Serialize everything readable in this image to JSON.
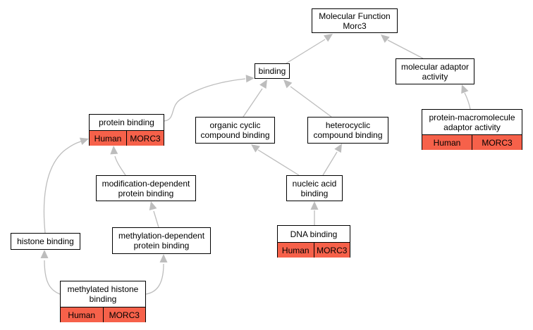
{
  "nodes": {
    "molecular_function": {
      "lines": [
        "Molecular Function",
        "Morc3"
      ]
    },
    "binding": {
      "lines": [
        "binding"
      ]
    },
    "molecular_adaptor": {
      "lines": [
        "molecular adaptor",
        "activity"
      ]
    },
    "protein_binding": {
      "lines": [
        "protein binding"
      ],
      "annotation": [
        "Human",
        "MORC3"
      ]
    },
    "organic_cyclic": {
      "lines": [
        "organic cyclic",
        "compound binding"
      ]
    },
    "heterocyclic": {
      "lines": [
        "heterocyclic",
        "compound binding"
      ]
    },
    "protein_macromolecule": {
      "lines": [
        "protein-macromolecule",
        "adaptor activity"
      ],
      "annotation": [
        "Human",
        "MORC3"
      ]
    },
    "modification_dependent": {
      "lines": [
        "modification-dependent",
        "protein binding"
      ]
    },
    "nucleic_acid": {
      "lines": [
        "nucleic acid",
        "binding"
      ]
    },
    "histone_binding": {
      "lines": [
        "histone binding"
      ]
    },
    "methylation_dependent": {
      "lines": [
        "methylation-dependent",
        "protein binding"
      ]
    },
    "dna_binding": {
      "lines": [
        "DNA binding"
      ],
      "annotation": [
        "Human",
        "MORC3"
      ]
    },
    "methylated_histone": {
      "lines": [
        "methylated histone",
        "binding"
      ],
      "annotation": [
        "Human",
        "MORC3"
      ]
    }
  },
  "colors": {
    "annotation_fill": "#f6614a",
    "edge": "#bdbdbd",
    "node_border": "#000000"
  }
}
